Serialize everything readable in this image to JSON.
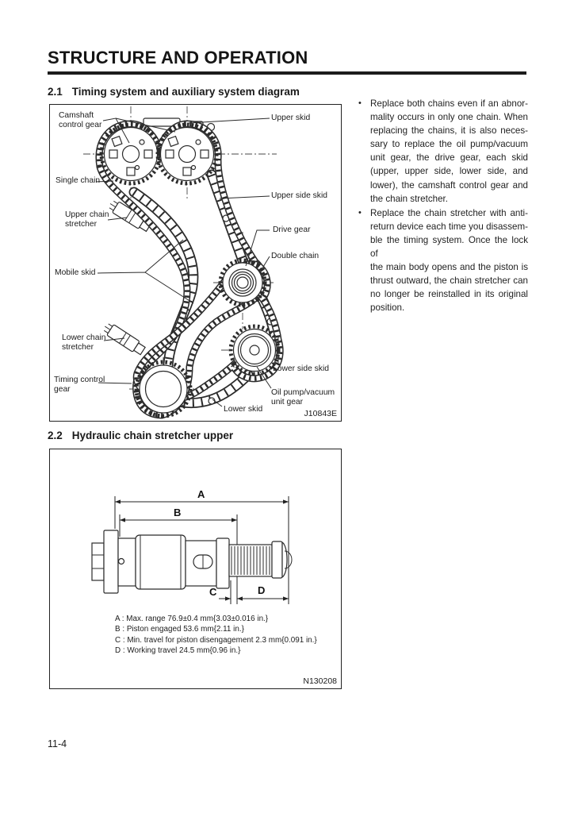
{
  "page": {
    "title": "STRUCTURE AND OPERATION",
    "page_number": "11-4"
  },
  "section1": {
    "heading_no": "2.1",
    "heading_text": "Timing system and auxiliary system diagram",
    "figure_id": "J10843E",
    "labels": {
      "camshaft_control_gear": "Camshaft\ncontrol gear",
      "upper_skid": "Upper skid",
      "single_chain": "Single chain",
      "upper_side_skid": "Upper side skid",
      "upper_chain_stretcher": "Upper chain\nstretcher",
      "drive_gear": "Drive gear",
      "double_chain": "Double chain",
      "mobile_skid": "Mobile skid",
      "lower_chain_stretcher": "Lower chain\nstretcher",
      "lower_side_skid": "Lower side skid",
      "timing_control_gear": "Timing control\ngear",
      "oil_pump_vacuum_unit_gear": "Oil pump/vacuum\nunit gear",
      "lower_skid": "Lower skid"
    }
  },
  "notes": {
    "marker": "•",
    "bullets": [
      {
        "lines": [
          "Replace both chains even if an abnor-",
          "mality occurs in only one chain. When",
          "replacing the chains, it is also neces-",
          "sary to replace the oil pump/vacuum",
          "unit gear, the drive gear, each skid",
          "(upper, upper side, lower side, and",
          "lower), the camshaft control gear and",
          "the chain stretcher."
        ]
      },
      {
        "lines": [
          "Replace the chain stretcher with anti-",
          "return device each time you disassem-",
          "ble the timing system. Once the lock of",
          "the main body opens and the piston is",
          "thrust outward, the chain stretcher can",
          "no longer be reinstalled in its original",
          "position."
        ]
      }
    ]
  },
  "section2": {
    "heading_no": "2.2",
    "heading_text": "Hydraulic chain stretcher upper",
    "figure_id": "N130208",
    "dims": {
      "a": "A",
      "b": "B",
      "c": "C",
      "d": "D"
    },
    "legend_lines": [
      "A : Max. range 76.9±0.4 mm{3.03±0.016 in.}",
      "B : Piston engaged 53.6 mm{2.11 in.}",
      "C : Min. travel for piston disengagement 2.3 mm{0.091 in.}",
      "D : Working travel 24.5 mm{0.96 in.}"
    ]
  }
}
